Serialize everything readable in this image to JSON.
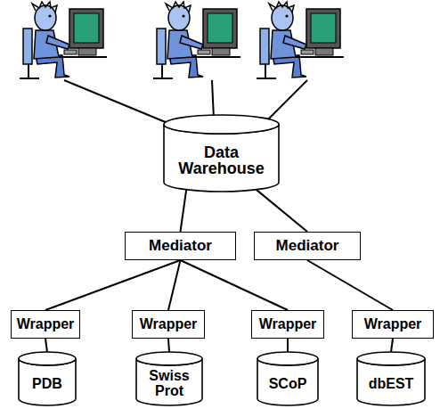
{
  "diagram": {
    "nodes": [
      {
        "text": [
          "Data Warehouse"
        ]
      },
      {
        "text": [
          "Mediator"
        ]
      },
      {
        "text": [
          "Mediator"
        ]
      },
      {
        "text": [
          "Wrapper"
        ]
      },
      {
        "text": [
          "Wrapper"
        ]
      },
      {
        "text": [
          "Wrapper"
        ]
      },
      {
        "text": [
          "Wrapper"
        ]
      },
      {
        "text": [
          "PDB"
        ]
      },
      {
        "text": [
          "Swiss Prot"
        ]
      },
      {
        "text": [
          "SCoP"
        ]
      },
      {
        "text": [
          "dbEST"
        ]
      }
    ],
    "edges": [
      {
        "from": 0,
        "to": 1,
        "arrow": "none"
      },
      {
        "from": 0,
        "to": 2,
        "arrow": "none"
      },
      {
        "from": 1,
        "to": 3,
        "arrow": "none"
      },
      {
        "from": 1,
        "to": 4,
        "arrow": "none"
      },
      {
        "from": 1,
        "to": 5,
        "arrow": "none"
      },
      {
        "from": 2,
        "to": 6,
        "arrow": "none"
      },
      {
        "from": 3,
        "to": 7,
        "arrow": "none"
      },
      {
        "from": 4,
        "to": 8,
        "arrow": "none"
      },
      {
        "from": 5,
        "to": 9,
        "arrow": "none"
      },
      {
        "from": 6,
        "to": 10,
        "arrow": "none"
      }
    ]
  }
}
